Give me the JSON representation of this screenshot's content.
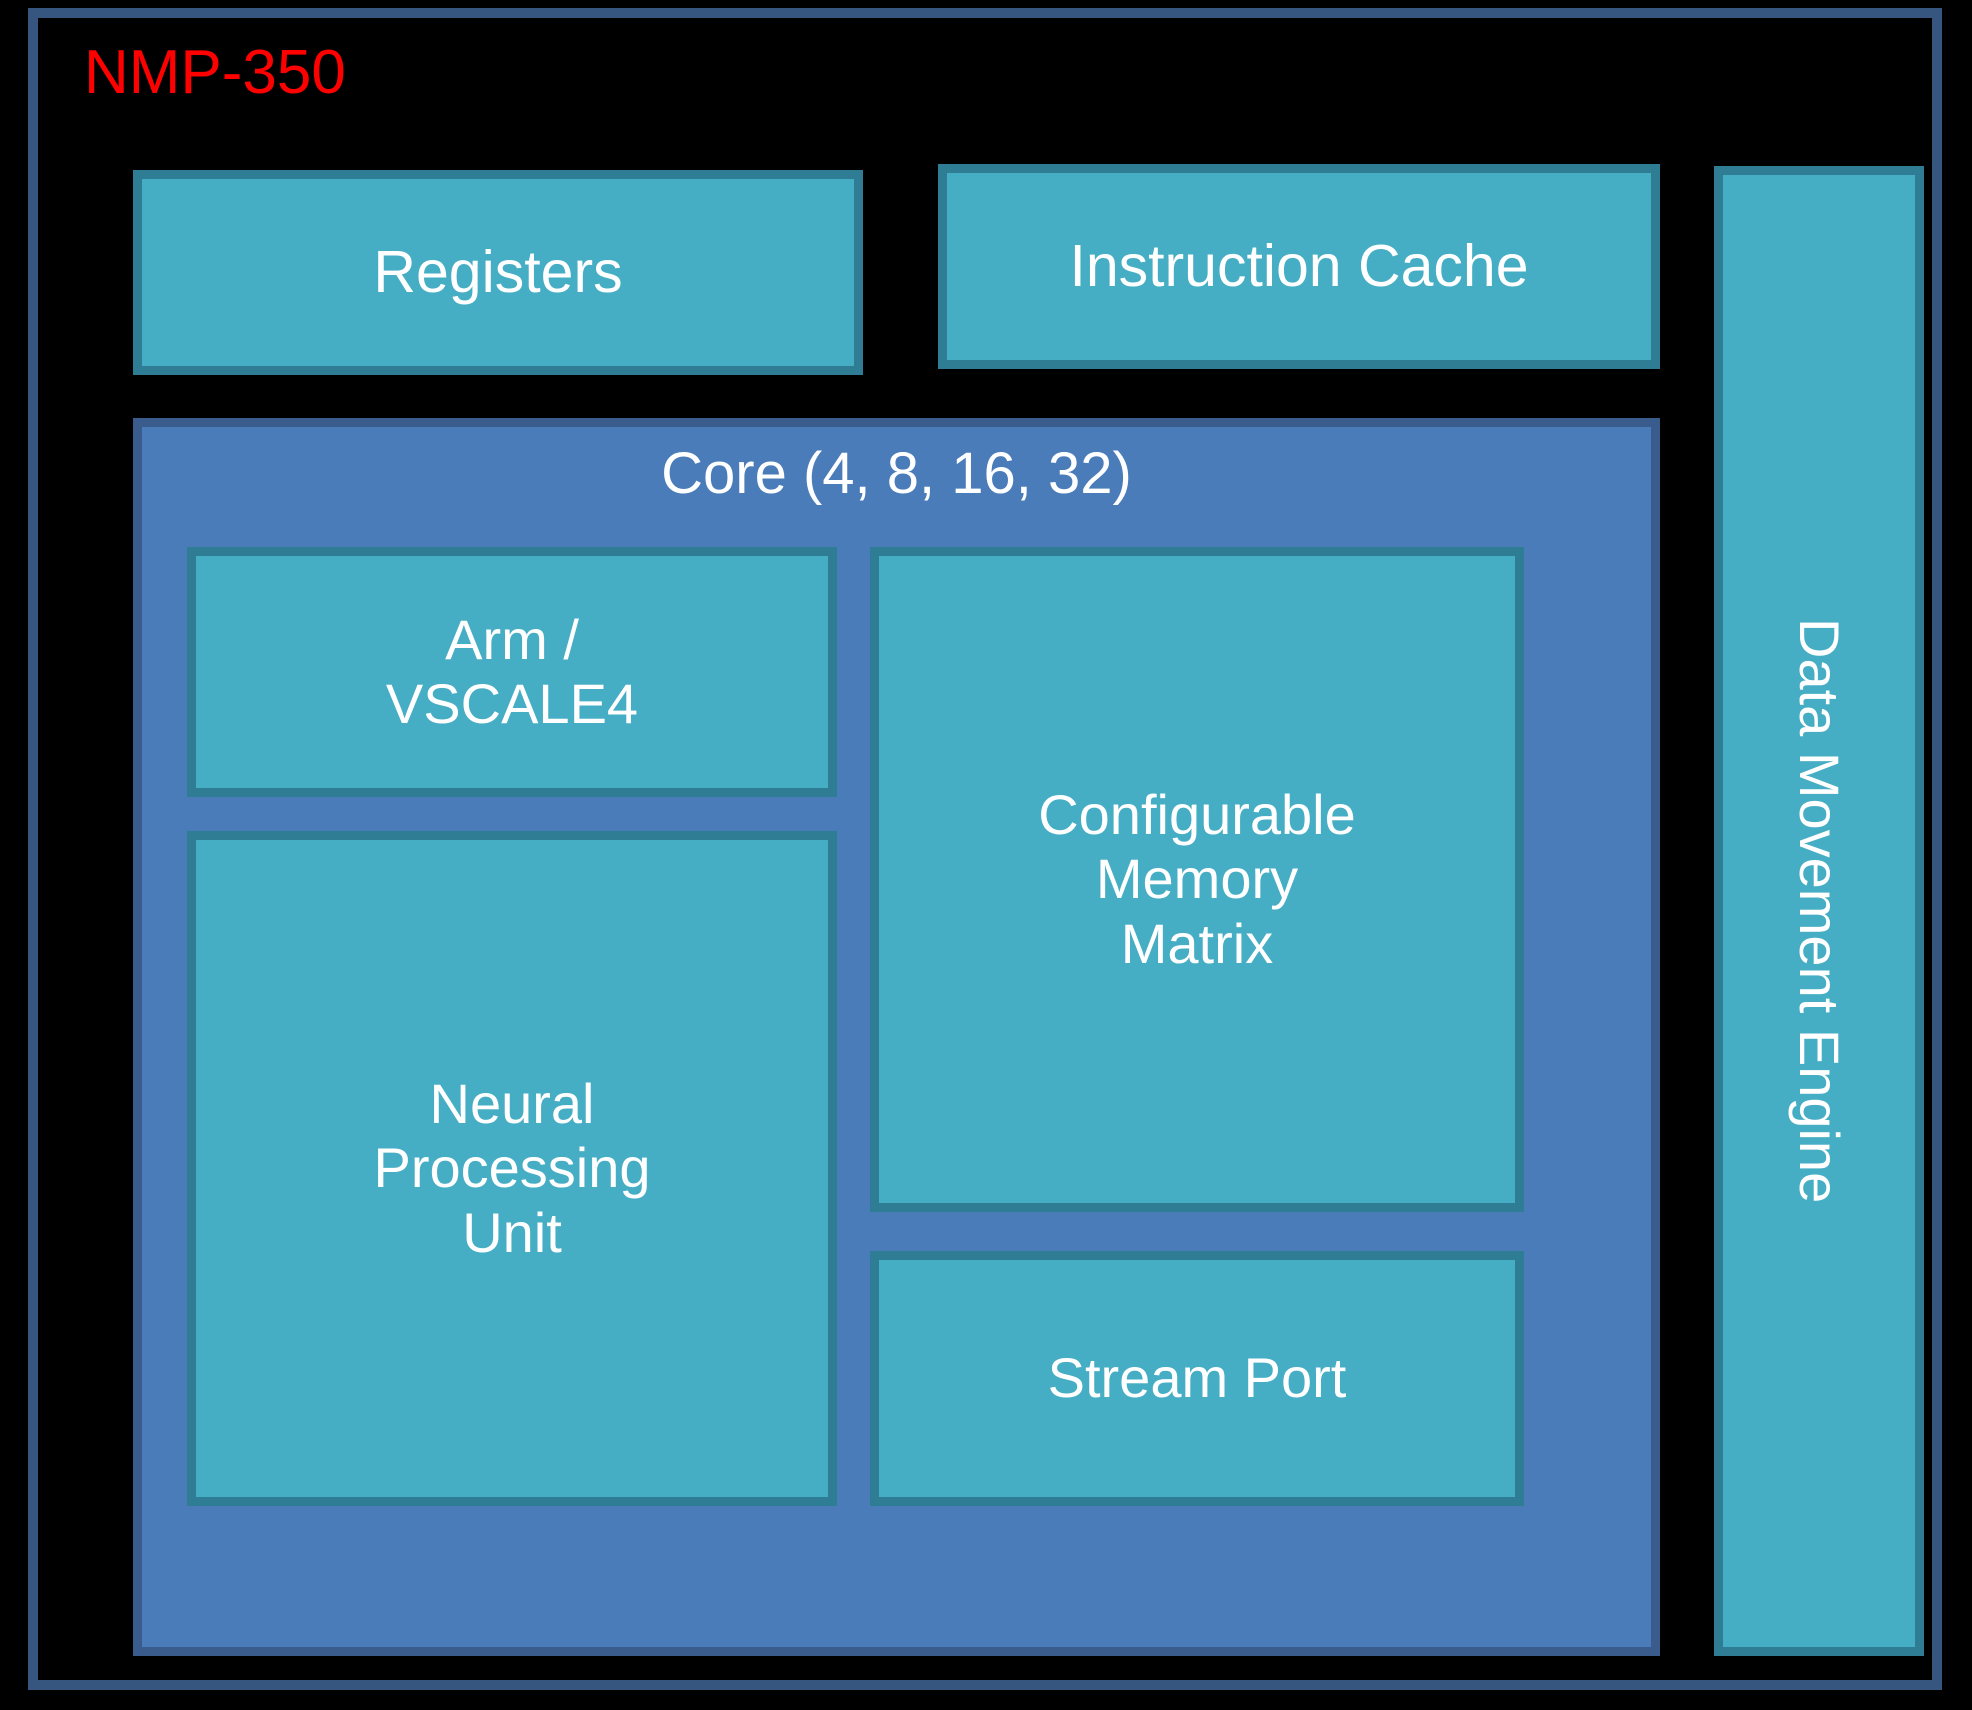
{
  "diagram": {
    "title": "NMP-350",
    "title_color": "#FF0000",
    "background_color": "#000000",
    "frame_border_color": "#36567F",
    "block_fill_color": "#45ADC4",
    "block_border_color": "#2E7D94",
    "core_fill_color": "#4A7CBA",
    "core_border_color": "#3A5C8C",
    "text_color": "#FFFFFF"
  },
  "top_row": {
    "registers": "Registers",
    "instruction_cache": "Instruction Cache"
  },
  "right_column": {
    "data_movement_engine": "Data Movement Engine"
  },
  "core": {
    "label": "Core (4, 8, 16, 32)",
    "left_column": {
      "cpu": "Arm /\nVSCALE4",
      "npu": "Neural\nProcessing\nUnit"
    },
    "right_column": {
      "memory_matrix": "Configurable\nMemory\nMatrix",
      "stream_port": "Stream Port"
    }
  }
}
